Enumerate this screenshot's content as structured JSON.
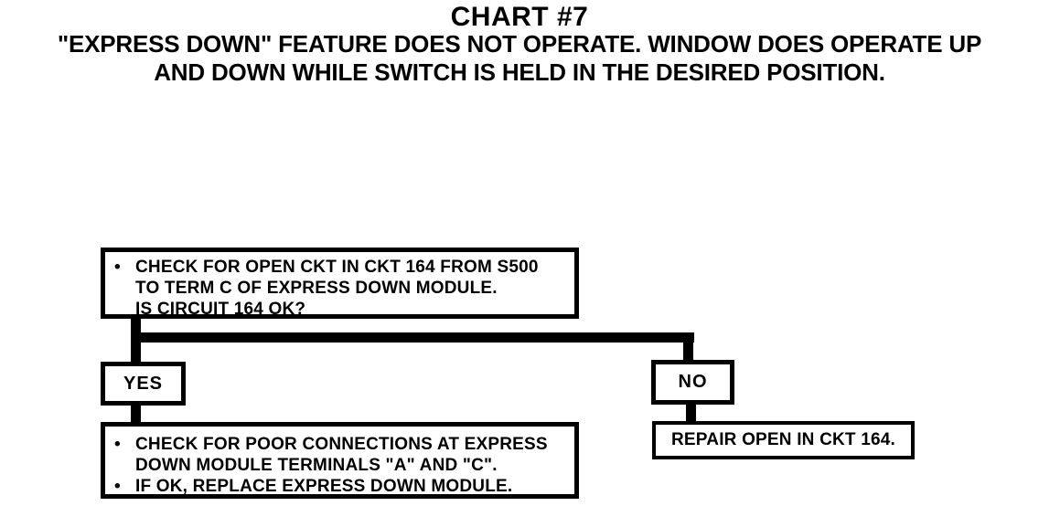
{
  "page": {
    "background_color": "#ffffff",
    "ink_color": "#000000"
  },
  "header": {
    "title": "CHART #7",
    "subtitle_line1": "\"EXPRESS DOWN\" FEATURE DOES NOT OPERATE. WINDOW DOES OPERATE UP",
    "subtitle_line2": "AND DOWN WHILE SWITCH IS HELD IN THE DESIRED POSITION."
  },
  "flowchart": {
    "question_box": {
      "lines": [
        {
          "bullet": "•",
          "text": "CHECK FOR OPEN CKT IN CKT 164 FROM S500"
        },
        {
          "bullet": "",
          "text": "TO TERM C OF EXPRESS DOWN MODULE."
        },
        {
          "bullet": "",
          "text": "IS CIRCUIT 164 OK?"
        }
      ]
    },
    "yes_label": "YES",
    "no_label": "NO",
    "yes_action_box": {
      "lines": [
        {
          "bullet": "•",
          "text": "CHECK FOR POOR CONNECTIONS AT EXPRESS"
        },
        {
          "bullet": "",
          "text": "DOWN MODULE TERMINALS \"A\" AND \"C\"."
        },
        {
          "bullet": "•",
          "text": "IF OK, REPLACE EXPRESS DOWN MODULE."
        }
      ]
    },
    "no_action_box": {
      "text": "REPAIR OPEN IN CKT 164."
    }
  }
}
